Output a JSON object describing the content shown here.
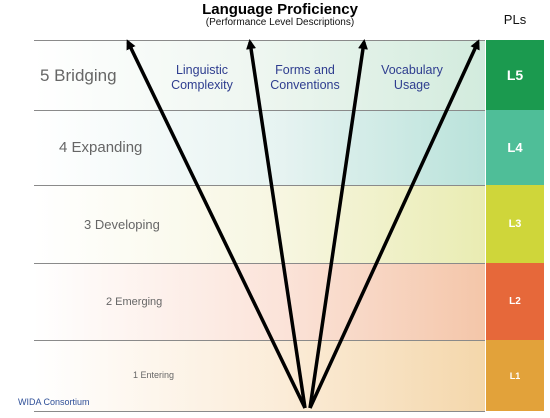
{
  "title": "Language Proficiency",
  "subtitle": "(Performance Level Descriptions)",
  "pls_header": "PLs",
  "levels": [
    {
      "label": "5 Bridging",
      "pl": "L5",
      "color": "#1b9a4f"
    },
    {
      "label": "4 Expanding",
      "pl": "L4",
      "color": "#4fbe98"
    },
    {
      "label": "3 Developing",
      "pl": "L3",
      "color": "#cfd63a"
    },
    {
      "label": "2 Emerging",
      "pl": "L2",
      "color": "#e6683a"
    },
    {
      "label": "1 Entering",
      "pl": "L1",
      "color": "#e2a23a"
    }
  ],
  "columns": {
    "linguistic": [
      "Linguistic",
      "Complexity"
    ],
    "forms": [
      "Forms and",
      "Conventions"
    ],
    "vocabulary": [
      "Vocabulary",
      "Usage"
    ]
  },
  "credit": "WIDA Consortium"
}
